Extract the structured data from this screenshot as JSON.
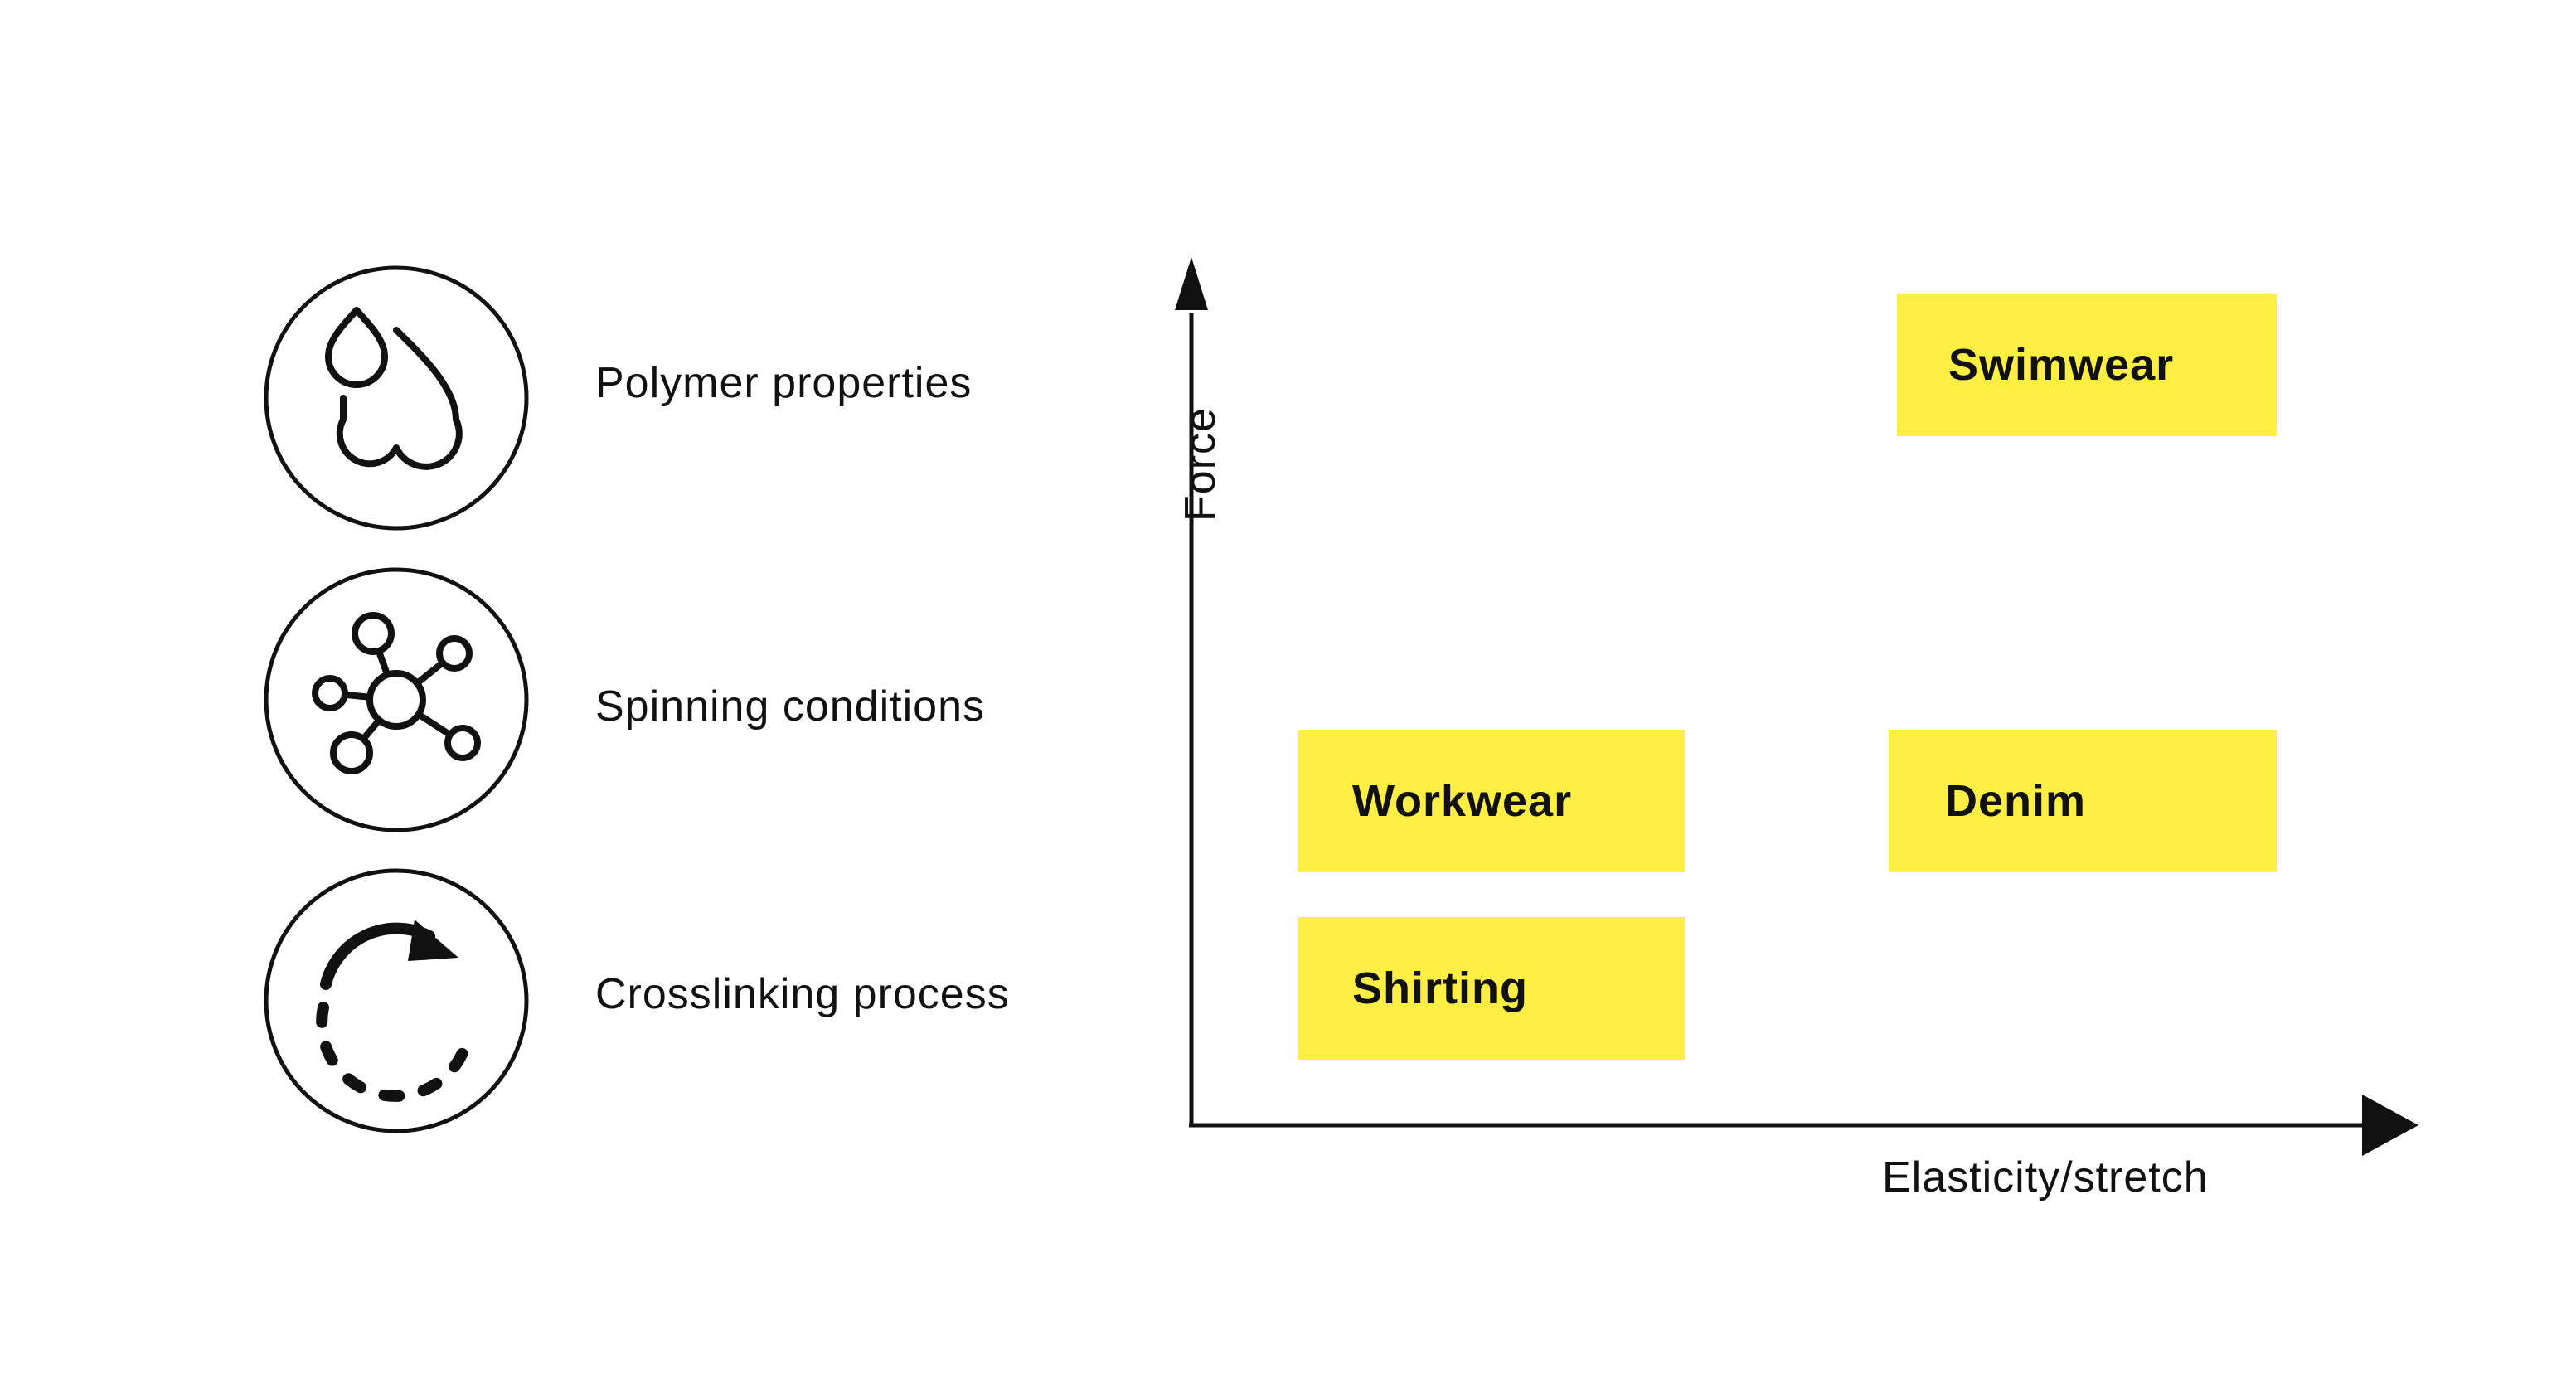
{
  "factors": [
    {
      "label": "Polymer properties",
      "icon": "droplets-icon"
    },
    {
      "label": "Spinning conditions",
      "icon": "molecule-icon"
    },
    {
      "label": "Crosslinking process",
      "icon": "cycle-arrow-icon"
    }
  ],
  "chart": {
    "y_axis_label": "Force",
    "x_axis_label": "Elasticity/stretch",
    "categories": [
      {
        "label": "Swimwear",
        "force": "high",
        "elasticity": "high"
      },
      {
        "label": "Workwear",
        "force": "medium",
        "elasticity": "low"
      },
      {
        "label": "Denim",
        "force": "medium",
        "elasticity": "high"
      },
      {
        "label": "Shirting",
        "force": "low",
        "elasticity": "low"
      }
    ],
    "box_color": "#ffee44"
  }
}
